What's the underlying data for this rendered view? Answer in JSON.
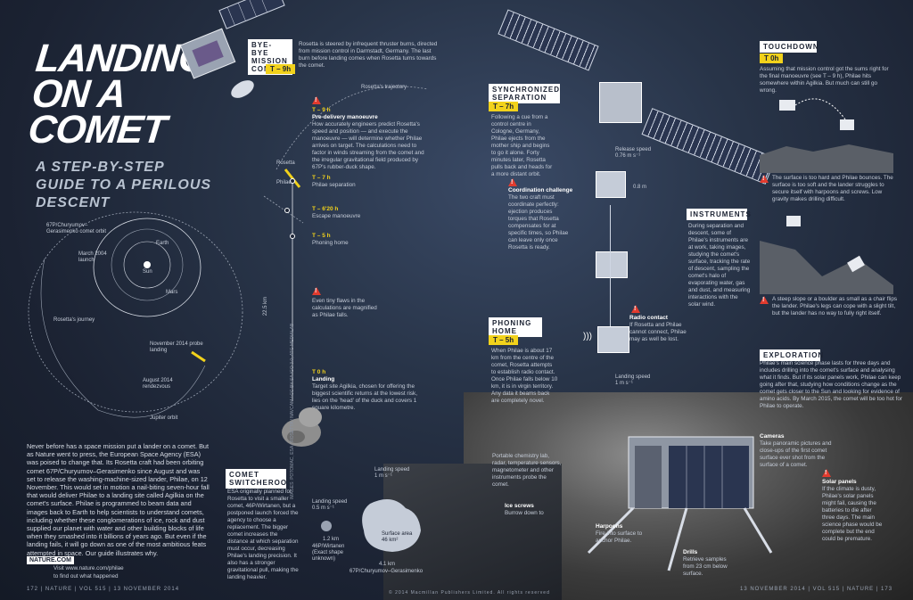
{
  "title_lines": [
    "LANDING",
    "ON A COMET"
  ],
  "subtitle": "A STEP-BY-STEP GUIDE TO A PERILOUS DESCENT",
  "orbit": {
    "comet_orbit": "67P/Churyumov–Gerasimenko comet orbit",
    "march2004": "March 2004 launch",
    "earth": "Earth",
    "sun": "Sun",
    "mars": "Mars",
    "journey": "Rosetta's journey",
    "nov2014": "November 2014 probe landing",
    "aug2014": "August 2014 rendezvous",
    "jupiter": "Jupiter orbit"
  },
  "intro": "Never before has a space mission put a lander on a comet. But as Nature went to press, the European Space Agency (ESA) was poised to change that. Its Rosetta craft had been orbiting comet 67P/Churyumov–Gerasimenko since August and was set to release the washing-machine-sized lander, Philae, on 12 November. This would set in motion a nail-biting seven-hour fall that would deliver Philae to a landing site called Agilkia on the comet's surface. Philae is programmed to beam data and images back to Earth to help scientists to understand comets, including whether these conglomerations of ice, rock and dust supplied our planet with water and other building blocks of life when they smashed into it billions of years ago. But even if the landing fails, it will go down as one of the most ambitious feats attempted in space. Our guide illustrates why.",
  "nature_logo": "NATURE.COM",
  "visit_line1": "Visit www.nature.com/philae",
  "visit_line2": "to find out what happened",
  "byebye": {
    "head": "BYE-BYE MISSION CONTROL",
    "tag": "T – 9h",
    "text": "Rosetta is steered by infrequent thruster burns, directed from mission control in Darmstadt, Germany. The last burn before landing comes when Rosetta turns towards the comet."
  },
  "trajectory": {
    "rosetta_traj": "Rosetta's trajectory",
    "rosetta": "Rosetta",
    "philae": "Philae",
    "t9_tag": "T – 9 h",
    "t9_title": "Pre-delivery manoeuvre",
    "t9_text": "How accurately engineers predict Rosetta's speed and position — and execute the manoeuvre — will determine whether Philae arrives on target. The calculations need to factor in winds streaming from the comet and the irregular gravitational field produced by 67P's rubber-duck shape.",
    "t7_tag": "T – 7 h",
    "t7_text": "Philae separation",
    "t620_tag": "T – 6'20 h",
    "t620_text": "Escape manoeuvre",
    "t5_tag": "T – 5 h",
    "t5_text": "Phoning home",
    "dist": "22.5 km",
    "flaws": "Even tiny flaws in the calculations are magnified as Philae falls.",
    "t0_tag": "T 0 h",
    "t0_title": "Landing",
    "t0_text": "Target site Agilkia, chosen for offering the biggest scientific returns at the lowest risk, lies on the 'head' of the duck and covers 1 square kilometre."
  },
  "switcheroo": {
    "head": "COMET SWITCHEROO",
    "text": "ESA originally planned for Rosetta to visit a smaller comet, 46P/Wirtanen, but a postponed launch forced the agency to choose a replacement. The bigger comet increases the distance at which separation must occur, decreasing Philae's landing precision. It also has a stronger gravitational pull, making the landing heavier.",
    "small_speed": "Landing speed 0.5 m s⁻¹",
    "small_size": "1.2 km",
    "small_name": "46P/Wirtanen (Exact shape unknown)",
    "big_speed": "Landing speed 1 m s⁻¹",
    "area": "Surface area 46 km²",
    "big_size": "4.1 km",
    "big_name": "67P/Churyumov–Gerasimenko"
  },
  "sync": {
    "head": "SYNCHRONIZED SEPARATION",
    "tag": "T – 7h",
    "text": "Following a cue from a control centre in Cologne, Germany, Philae ejects from the mother ship and begins to go it alone. Forty minutes later, Rosetta pulls back and heads for a more distant orbit.",
    "release": "Release speed 0.76 m s⁻¹",
    "height": "0.8 m",
    "coord_title": "Coordination challenge",
    "coord_text": "The two craft must coordinate perfectly: ejection produces torques that Rosetta compensates for at specific times, so Philae can leave only once Rosetta is ready."
  },
  "phoning": {
    "head": "PHONING HOME",
    "tag": "T – 5h",
    "text": "When Philae is about 17 km from the centre of the comet, Rosetta attempts to establish radio contact. Once Philae falls below 10 km, it is in virgin territory. Any data it beams back are completely novel.",
    "radio_title": "Radio contact",
    "radio_text": "If Rosetta and Philae cannot connect, Philae may as well be lost.",
    "landing_speed": "Landing speed 1 m s⁻¹"
  },
  "touchdown": {
    "head": "TOUCHDOWN",
    "tag": "T 0h",
    "text": "Assuming that mission control got the sums right for the final manoeuvre (see T – 9 h), Philae hits somewhere within Agilkia. But much can still go wrong.",
    "warn1": "The surface is too hard and Philae bounces. The surface is too soft and the lander struggles to secure itself with harpoons and screws. Low gravity makes drilling difficult.",
    "warn2": "A steep slope or a boulder as small as a chair flips the lander. Philae's legs can cope with a slight tilt, but the lander has no way to fully right itself."
  },
  "instruments": {
    "head": "INSTRUMENTS",
    "text": "During separation and descent, some of Philae's instruments are at work, taking images, studying the comet's surface, tracking the rate of descent, sampling the comet's halo of evaporating water, gas and dust, and measuring interactions with the solar wind."
  },
  "exploration": {
    "head": "EXPLORATION",
    "text": "Philae's main science phase lasts for three days and includes drilling into the comet's surface and analysing what it finds. But if its solar panels work, Philae can keep going after that, studying how conditions change as the comet gets closer to the Sun and looking for evidence of amino acids. By March 2015, the comet will be too hot for Philae to operate."
  },
  "lander_labels": {
    "cameras": "Cameras",
    "cameras_text": "Take panoramic pictures and close-ups of the first comet surface ever shot from the surface of a comet.",
    "portable": "Portable chemistry lab, radar, temperature sensors, magnetometer and other instruments probe the comet.",
    "ice": "Ice screws",
    "ice_text": "Burrow down to",
    "harpoons": "Harpoons",
    "harpoons_text": "Fire into surface to anchor Philae.",
    "drills": "Drills",
    "drills_text": "Retrieve samples from 23 cm below surface.",
    "solar": "Solar panels",
    "solar_text": "If the climate is dusty, Philae's solar panels might fail, causing the batteries to die after three days. The main science phase would be complete but the end could be premature."
  },
  "credit_vertical": "IMAGES: POTOMAC, ESA / ROSETTA / NAVCAM / CC BY-SA IGO 3.0; ATG MEDIALAB",
  "footer_left": "172 | NATURE | VOL 515 | 13 NOVEMBER 2014",
  "footer_center": "© 2014 Macmillan Publishers Limited. All rights reserved",
  "footer_right": "13 NOVEMBER 2014 | VOL 515 | NATURE | 173"
}
